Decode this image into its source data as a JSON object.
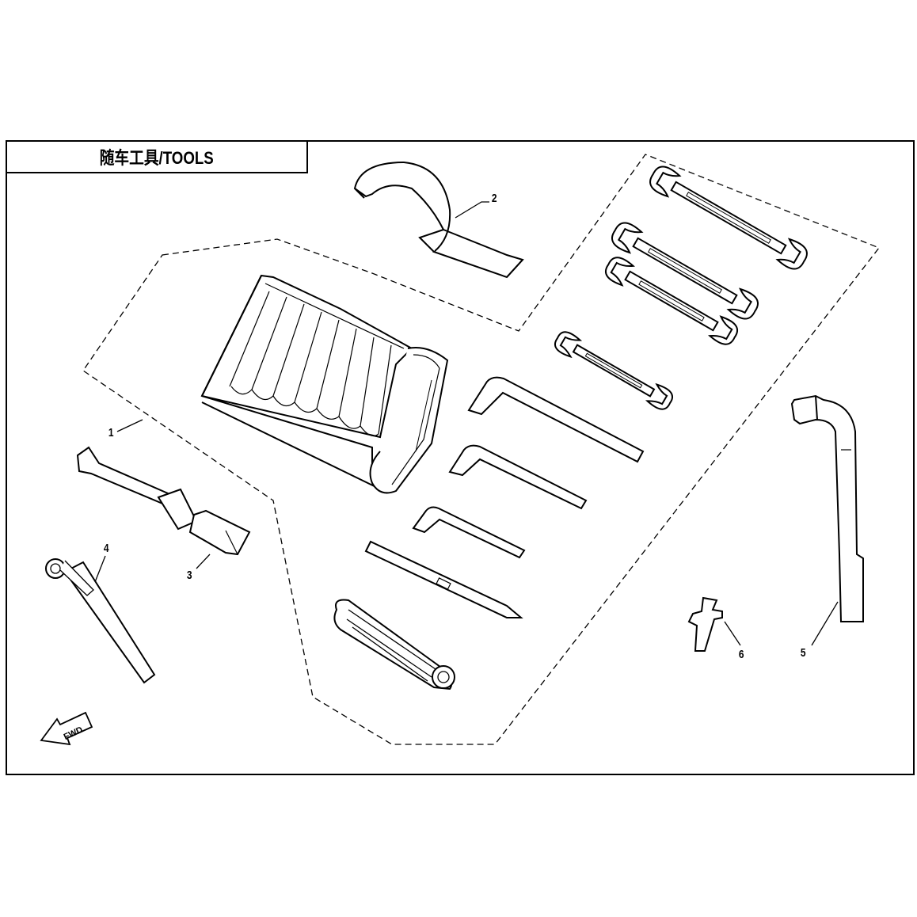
{
  "title": "随车工具/TOOLS",
  "callouts": [
    {
      "id": "1",
      "label": "1",
      "part": "tool-roll-bag"
    },
    {
      "id": "2",
      "label": "2",
      "part": "hook-spanner"
    },
    {
      "id": "3",
      "label": "3",
      "part": "spark-plug-wrench"
    },
    {
      "id": "4",
      "label": "4",
      "part": "tommy-bar"
    },
    {
      "id": "5",
      "label": "5",
      "part": "l-socket-wrench"
    },
    {
      "id": "6",
      "label": "6",
      "part": "clip"
    }
  ],
  "fwd_label": "FWD",
  "colors": {
    "line": "#000000",
    "background": "#ffffff"
  }
}
